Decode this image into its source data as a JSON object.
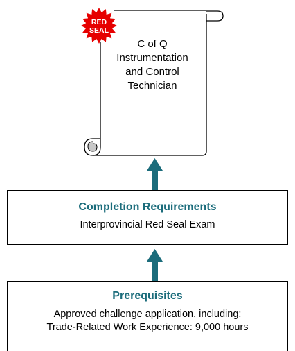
{
  "certificate": {
    "seal_line1": "RED",
    "seal_line2": "SEAL",
    "title_lines": [
      "C of Q",
      "Instrumentation",
      "and Control",
      "Technician"
    ]
  },
  "completion": {
    "title": "Completion Requirements",
    "text": "Interprovincial Red Seal Exam"
  },
  "prerequisites": {
    "title": "Prerequisites",
    "line1": "Approved challenge application, including:",
    "line2": "Trade-Related Work Experience: 9,000 hours"
  },
  "colors": {
    "heading": "#1b6c7b",
    "arrow": "#1b6c7b",
    "seal": "#e60000",
    "scroll_curl": "#c8c8c8"
  }
}
